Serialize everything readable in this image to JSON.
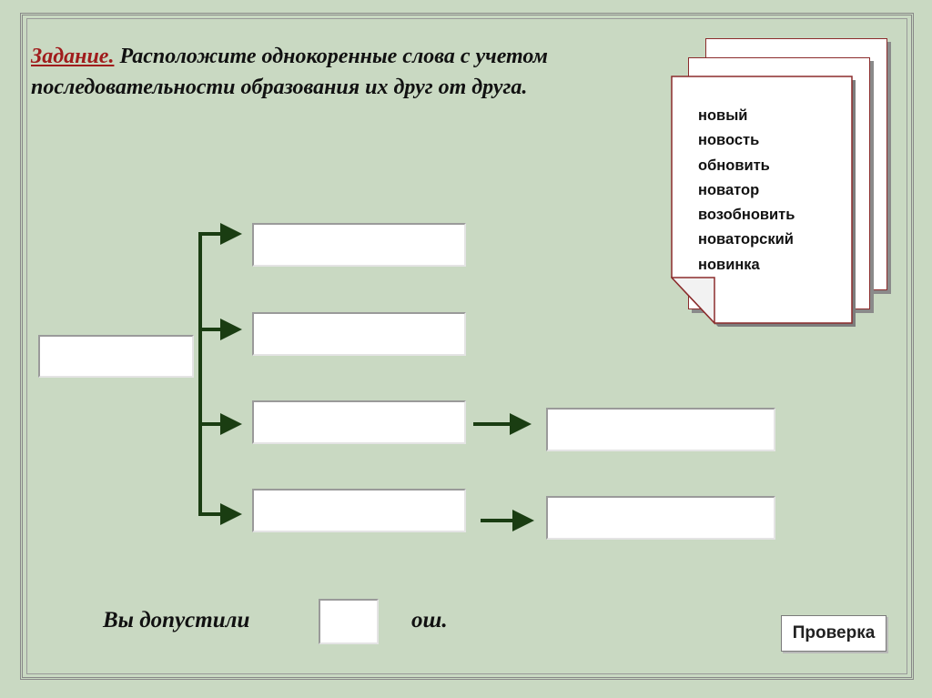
{
  "task": {
    "label": "Задание.",
    "line1": " Расположите однокоренные слова  с учетом",
    "line2": "последовательности образования их друг от друга."
  },
  "words": [
    "новый",
    "новость",
    "обновить",
    "новатор",
    "возобновить",
    "новаторский",
    "новинка"
  ],
  "answer_boxes": {
    "root": "",
    "branch1": "",
    "branch2": "",
    "branch3": "",
    "branch4": "",
    "branch3_next": "",
    "branch4_next": ""
  },
  "mistakes": {
    "prefix": "Вы допустили",
    "count": "",
    "suffix": "ош."
  },
  "check_button": {
    "label": "Проверка"
  },
  "colors": {
    "background": "#c9d9c2",
    "arrow": "#1a3d12",
    "task_label": "#a01c1c",
    "page_border": "#8b2c2c"
  }
}
